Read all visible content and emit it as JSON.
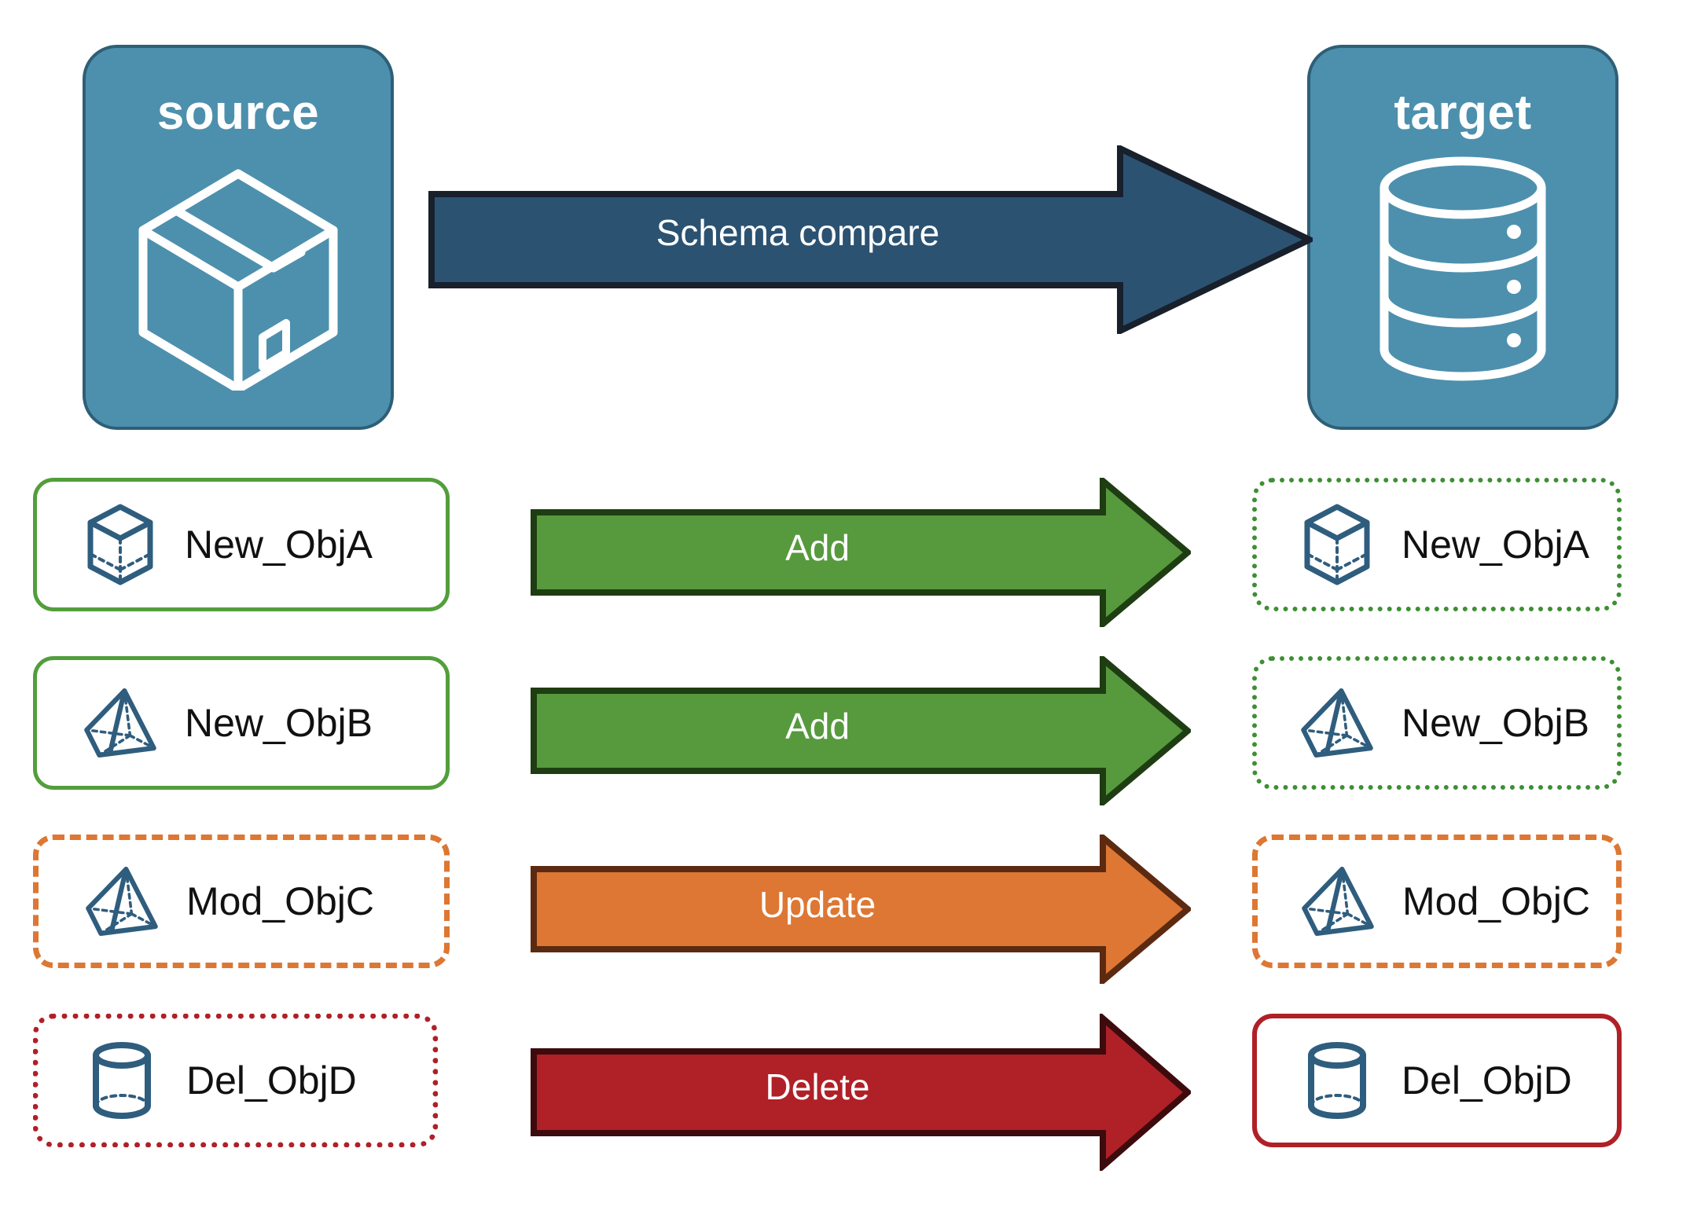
{
  "endpoints": {
    "source": {
      "title": "source",
      "icon": "package-box-icon"
    },
    "target": {
      "title": "target",
      "icon": "database-cylinder-icon"
    }
  },
  "schema_compare_arrow": {
    "label": "Schema compare",
    "fill": "#2c5272",
    "stroke": "#18202c"
  },
  "rows": [
    {
      "source": {
        "label": "New_ObjA",
        "icon": "wireframe-cube-icon",
        "border_style": "solid",
        "border_color": "#539e3c"
      },
      "action": {
        "label": "Add",
        "fill": "#569a3d",
        "stroke": "#1f3d12"
      },
      "target": {
        "label": "New_ObjA",
        "icon": "wireframe-cube-icon",
        "border_style": "dotted",
        "border_color": "#3d8f33"
      }
    },
    {
      "source": {
        "label": "New_ObjB",
        "icon": "wireframe-pyramid-icon",
        "border_style": "solid",
        "border_color": "#539e3c"
      },
      "action": {
        "label": "Add",
        "fill": "#569a3d",
        "stroke": "#1f3d12"
      },
      "target": {
        "label": "New_ObjB",
        "icon": "wireframe-pyramid-icon",
        "border_style": "dotted",
        "border_color": "#3d8f33"
      }
    },
    {
      "source": {
        "label": "Mod_ObjC",
        "icon": "wireframe-pyramid-icon",
        "border_style": "dashed",
        "border_color": "#dd7733"
      },
      "action": {
        "label": "Update",
        "fill": "#dd7733",
        "stroke": "#5c2a10"
      },
      "target": {
        "label": "Mod_ObjC",
        "icon": "wireframe-pyramid-icon",
        "border_style": "dashed",
        "border_color": "#dd7733"
      }
    },
    {
      "source": {
        "label": "Del_ObjD",
        "icon": "wireframe-cylinder-icon",
        "border_style": "dotted",
        "border_color": "#b02027"
      },
      "action": {
        "label": "Delete",
        "fill": "#b02027",
        "stroke": "#3d0b0d"
      },
      "target": {
        "label": "Del_ObjD",
        "icon": "wireframe-cylinder-icon",
        "border_style": "solid",
        "border_color": "#b02027"
      }
    }
  ],
  "colors": {
    "endpoint_fill": "#4d90ad",
    "endpoint_stroke": "#2e5f77",
    "object_icon": "#2f5d7e",
    "text": "#111111",
    "background": "#ffffff"
  }
}
